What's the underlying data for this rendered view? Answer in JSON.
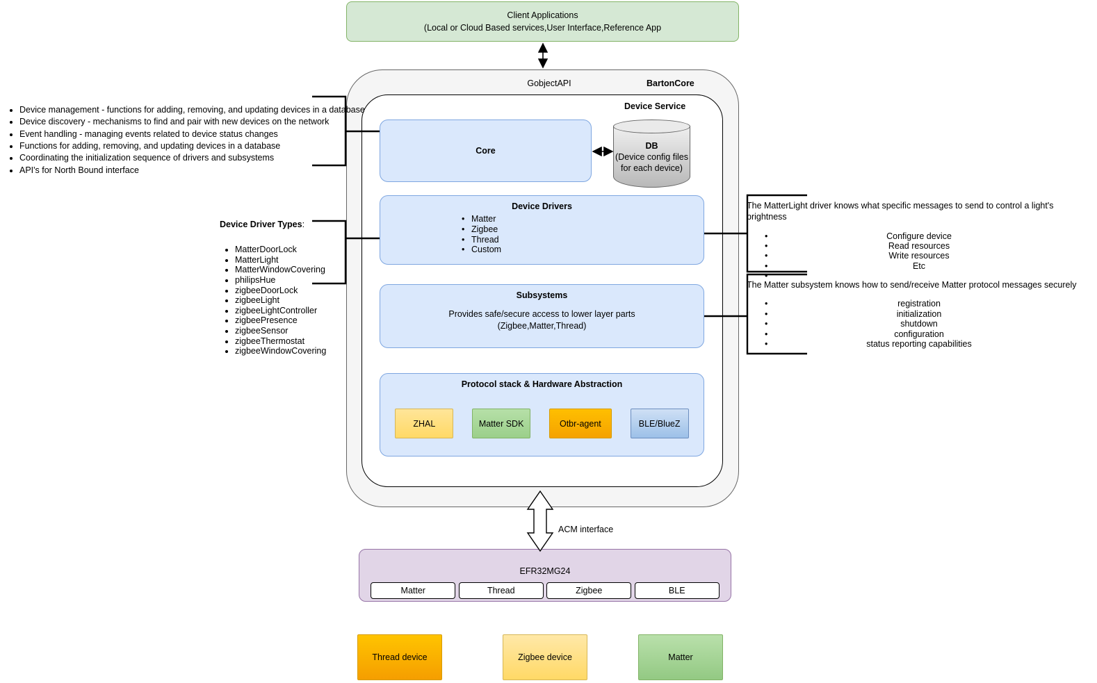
{
  "client_applications": {
    "line1": "Client Applications",
    "line2": "(Local or Cloud Based services,User Interface,Reference App"
  },
  "barton_core": {
    "label": "BartonCore",
    "gobject_api": "GobjectAPI"
  },
  "device_service": {
    "label": "Device Service",
    "core": {
      "title": "Core"
    },
    "db": {
      "line1": "DB",
      "line2": "(Device config files",
      "line3": "for each device)"
    },
    "device_drivers": {
      "title": "Device Drivers",
      "items": [
        "Matter",
        "Zigbee",
        "Thread",
        "Custom"
      ]
    },
    "subsystems": {
      "title": "Subsystems",
      "desc_line1": "Provides safe/secure access to lower layer parts",
      "desc_line2": "(Zigbee,Matter,Thread)"
    },
    "protocol_stack": {
      "title": "Protocol stack & Hardware Abstraction",
      "chips": [
        "ZHAL",
        "Matter SDK",
        "Otbr-agent",
        "BLE/BlueZ"
      ]
    }
  },
  "left_callout_core": {
    "items": [
      "Device management - functions for adding, removing, and updating devices in a database",
      "Device discovery - mechanisms to find and pair with new devices on the network",
      "Event handling - managing events related to device status changes",
      "Functions for adding, removing, and updating devices in a database",
      "Coordinating the initialization sequence of drivers and subsystems",
      "API's for North Bound interface"
    ]
  },
  "left_callout_driver_types": {
    "title": "Device Driver Types",
    "title_suffix": ":",
    "items": [
      "MatterDoorLock",
      "MatterLight",
      "MatterWindowCovering",
      "philipsHue",
      "zigbeeDoorLock",
      "zigbeeLight",
      "zigbeeLightController",
      "zigbeePresence",
      "zigbeeSensor",
      "zigbeeThermostat",
      "zigbeeWindowCovering"
    ]
  },
  "right_callout_driver": {
    "heading": "The MatterLight driver knows what specific messages to send to control a light's brightness",
    "bullets": [
      "•",
      "•",
      "•",
      "•",
      "•"
    ],
    "lines": [
      "Configure device",
      "Read resources",
      "Write resources",
      "Etc",
      ""
    ]
  },
  "right_callout_subsystem": {
    "heading": "The Matter subsystem knows how to send/receive Matter protocol messages securely",
    "bullets": [
      "•",
      "•",
      "•",
      "•",
      "•"
    ],
    "lines": [
      "registration",
      "initialization",
      "shutdown",
      "configuration",
      "status reporting capabilities"
    ]
  },
  "acm": {
    "label": "ACM interface"
  },
  "efr32": {
    "label": "EFR32MG24",
    "chips": [
      "Matter",
      "Thread",
      "Zigbee",
      "BLE"
    ]
  },
  "legend": {
    "thread": "Thread device",
    "zigbee": "Zigbee device",
    "matter": "Matter"
  },
  "colors": {
    "client_apps_fill": "#d5e8d4",
    "client_apps_stroke": "#82b366",
    "barton_core_fill": "#f5f5f5",
    "device_service_fill": "#ffffff",
    "panel_fill": "#dae8fc",
    "panel_stroke": "#7ea6e0",
    "efr_fill": "#e1d5e7",
    "efr_stroke": "#9673a6",
    "zhal_fill": "#ffd966",
    "mattersdk_fill": "#9bcf8a",
    "otbr_fill": "#f5a200",
    "ble_fill": "#9cc0e8"
  }
}
